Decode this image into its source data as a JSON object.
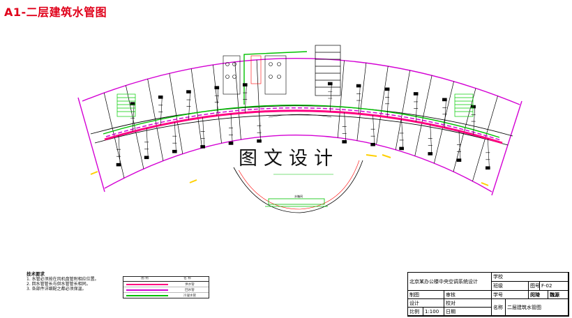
{
  "drawing": {
    "title": "A1-二层建筑水管图",
    "watermark": "图文设计",
    "room_label": "水箱间"
  },
  "colors": {
    "title": "#e0001a",
    "wall": "#d400d4",
    "pipe_supply": "#ff0080",
    "pipe_return": "#00c000",
    "lines": "#000000",
    "stair": "#00cc00",
    "accent": "#ffd000"
  },
  "notes": {
    "heading": "技术要求",
    "items": [
      "1. 水管必须按在风机盘管附相应位置。",
      "2. 回水管管长与供水管管长相同。",
      "3. 各部件详细配之都必须保温。"
    ]
  },
  "legend": {
    "header_symbol": "图    例",
    "header_name": "名    称",
    "rows": [
      {
        "name": "供水管",
        "color": "#ff0080"
      },
      {
        "name": "回水管",
        "color": "#d400d4"
      },
      {
        "name": "冷凝水管",
        "color": "#00c000"
      }
    ]
  },
  "title_block": {
    "project": "北京某办公楼中央空调系统设计",
    "school_label": "学校",
    "class_label": "班级",
    "id_label": "学号",
    "drawing_no_label": "图号",
    "drawing_no": "F-02",
    "drafter_label": "制图",
    "designer_label": "设计",
    "reviewer_label": "审核",
    "checker_label": "校对",
    "scale_label": "比例",
    "scale_value": "1:100",
    "date_label": "日期",
    "name_label": "名称",
    "name_value": "二层建筑水管图",
    "seal_a": "闵琦",
    "seal_b": "魏源"
  }
}
